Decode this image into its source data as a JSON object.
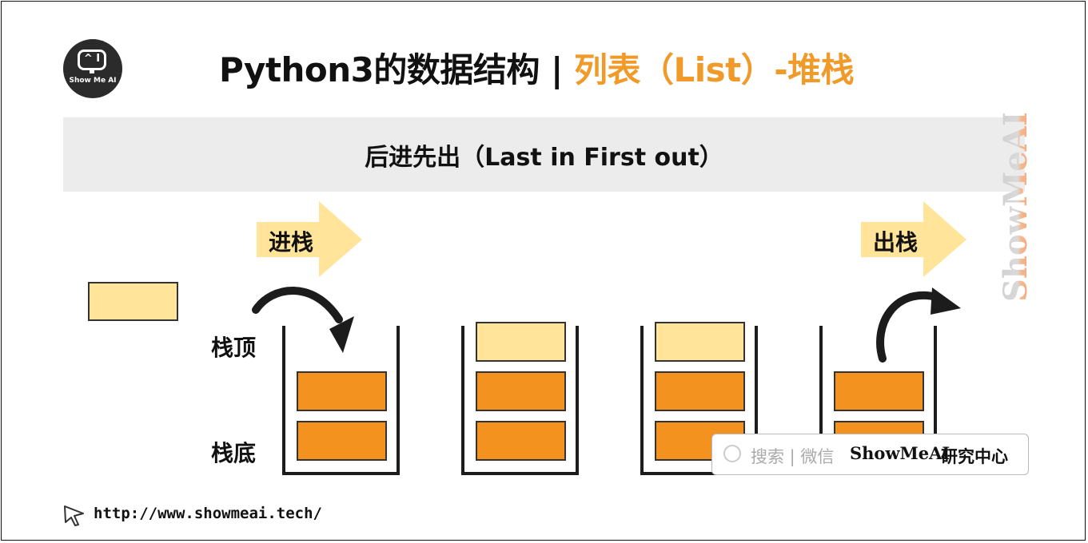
{
  "header": {
    "logo_text": "Show Me AI",
    "logo_face": "^ I",
    "title_main": "Python3的数据结构 | ",
    "title_highlight": "列表（List）-堆栈"
  },
  "banner": {
    "text": "后进先出（Last in First out）"
  },
  "watermark": {
    "text": "ShowMeAI"
  },
  "diagram": {
    "push_label": "进栈",
    "pop_label": "出栈",
    "top_label": "栈顶",
    "bottom_label": "栈底",
    "stacks": [
      {
        "blocks": [
          "orange",
          "orange"
        ]
      },
      {
        "blocks": [
          "light",
          "orange",
          "orange"
        ]
      },
      {
        "blocks": [
          "light",
          "orange",
          "orange"
        ]
      },
      {
        "blocks": [
          "orange",
          "orange"
        ]
      }
    ]
  },
  "search": {
    "hint": "搜索 | 微信",
    "brand": "ShowMeAI",
    "suffix": "研究中心"
  },
  "footer": {
    "url": "http://www.showmeai.tech/"
  },
  "colors": {
    "accent": "#f09a2a",
    "block_orange": "#f49220",
    "block_light": "#ffe49a",
    "arrow_fill": "#ffe49a"
  }
}
